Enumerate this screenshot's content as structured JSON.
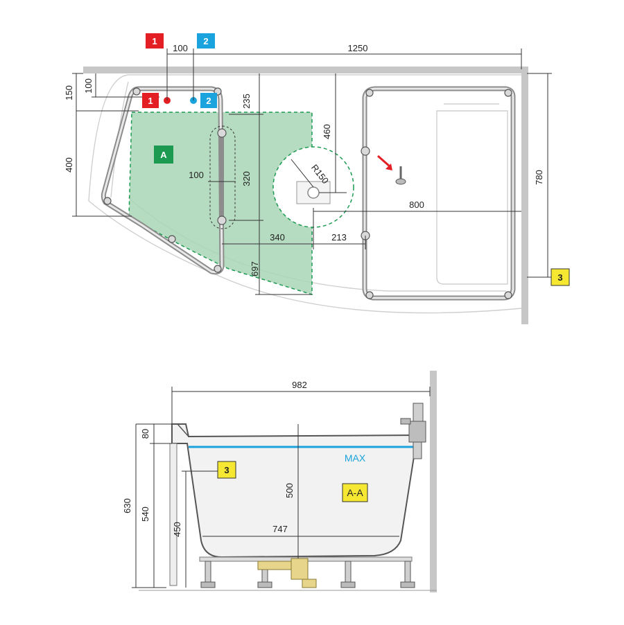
{
  "colors": {
    "hot": "#e31e24",
    "cold": "#1aa3dc",
    "zone": "#a8d5b5",
    "zone_label": "#1d9a52",
    "note": "#f6e832",
    "max_line": "#1aa3dc"
  },
  "top_view": {
    "badges": {
      "hot_top": "1",
      "cold_top": "2",
      "hot_inline": "1",
      "cold_inline": "2",
      "zone": "A",
      "wall_note": "3"
    },
    "dims": {
      "d100_top": "100",
      "d1250": "1250",
      "d150": "150",
      "d100_left": "100",
      "d400": "400",
      "d235": "235",
      "d460": "460",
      "r150": "R150",
      "d320": "320",
      "d100_mid": "100",
      "d800": "800",
      "d340": "340",
      "d213": "213",
      "d697": "697",
      "d780": "780"
    }
  },
  "section_view": {
    "dims": {
      "d982": "982",
      "d80": "80",
      "d630": "630",
      "d540": "540",
      "d450": "450",
      "d500": "500",
      "d747": "747"
    },
    "max_label": "MAX",
    "section_label": "A-A",
    "note_badge": "3"
  }
}
